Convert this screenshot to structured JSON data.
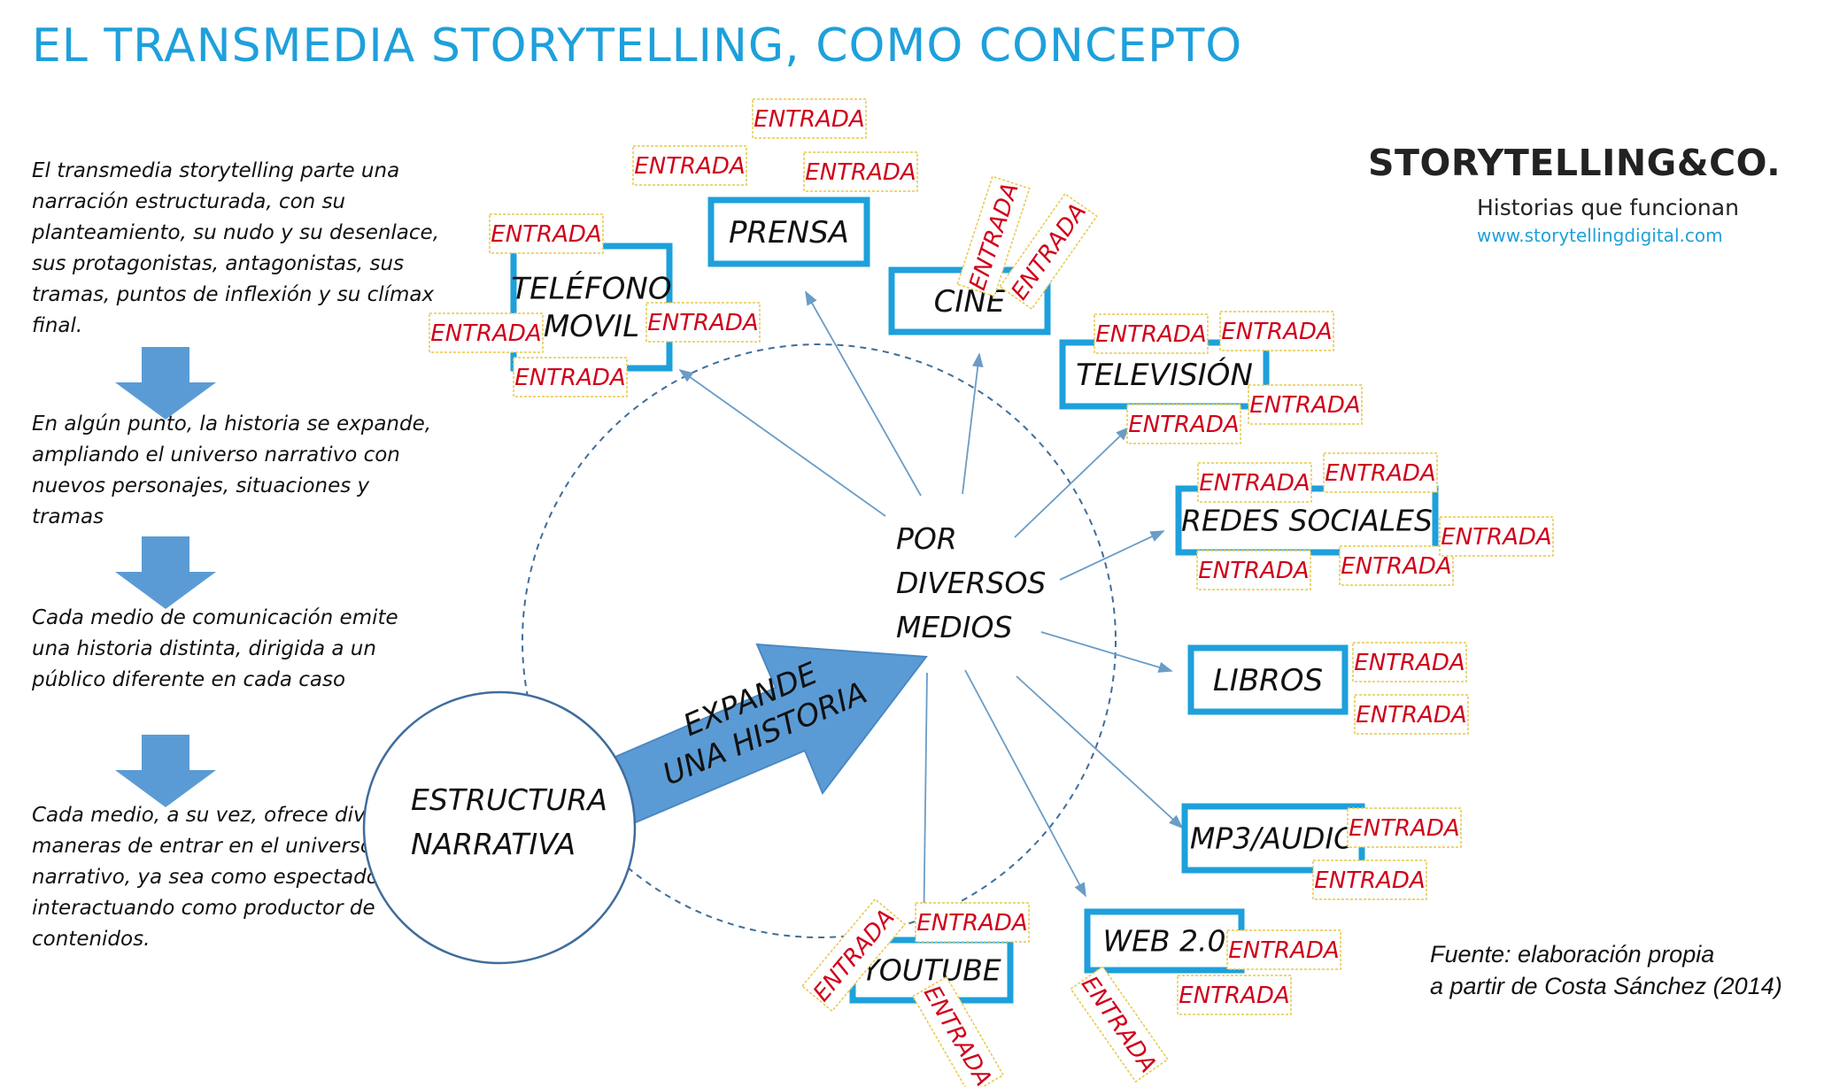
{
  "title": "EL TRANSMEDIA STORYTELLING, COMO CONCEPTO",
  "steps": [
    "El transmedia storytelling parte una narración estructurada, con su planteamiento, su nudo y su desenlace, sus protagonistas, antagonistas, sus tramas, puntos de inflexión y su clímax final.",
    "En algún punto, la historia se expande, ampliando el universo narrativo con nuevos personajes, situaciones y tramas",
    "Cada medio de comunicación emite una historia distinta, dirigida a un público diferente en cada caso",
    "Cada medio, a su vez, ofrece diversas maneras de entrar en el universo narrativo, ya sea como espectador, o interactuando como productor de contenidos."
  ],
  "brand": {
    "name": "STORYTELLING&CO.",
    "tagline": "Historias que funcionan",
    "url": "www.storytellingdigital.com"
  },
  "source": {
    "line1": "Fuente: elaboración propia",
    "line2": "a partir de Costa Sánchez (2014)"
  },
  "diagram": {
    "origin": [
      "ESTRUCTURA",
      "NARRATIVA"
    ],
    "arrow": [
      "EXPANDE",
      "UNA HISTORIA"
    ],
    "hub": [
      "POR",
      "DIVERSOS",
      "MEDIOS"
    ],
    "entry_label": "ENTRADA",
    "media": [
      {
        "id": "telefono",
        "lines": [
          "TELÉFONO",
          "MOVIL"
        ]
      },
      {
        "id": "prensa",
        "lines": [
          "PRENSA"
        ]
      },
      {
        "id": "cine",
        "lines": [
          "CINE"
        ]
      },
      {
        "id": "television",
        "lines": [
          "TELEVISIÓN"
        ]
      },
      {
        "id": "redes",
        "lines": [
          "REDES SOCIALES"
        ]
      },
      {
        "id": "libros",
        "lines": [
          "LIBROS"
        ]
      },
      {
        "id": "mp3",
        "lines": [
          "MP3/AUDIO"
        ]
      },
      {
        "id": "web",
        "lines": [
          "WEB 2.0"
        ]
      },
      {
        "id": "youtube",
        "lines": [
          "YOUTUBE"
        ]
      }
    ]
  },
  "colors": {
    "accent": "#1ea0db",
    "media_border": "#1ea0db",
    "arrow_fill": "#5b9bd5",
    "connector": "#6a9cc6",
    "entry_text": "#d0021b",
    "entry_border": "#e6c84a"
  }
}
